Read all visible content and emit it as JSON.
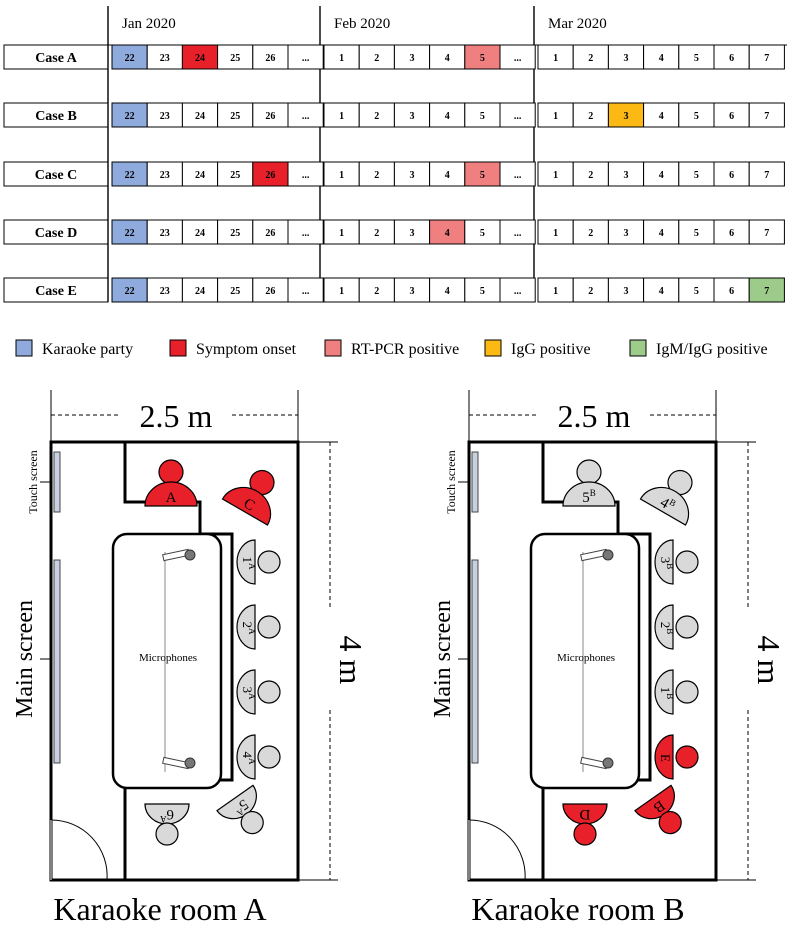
{
  "timeline": {
    "months": [
      {
        "label": "Jan 2020",
        "days": [
          "22",
          "23",
          "24",
          "25",
          "26",
          "..."
        ]
      },
      {
        "label": "Feb 2020",
        "days": [
          "1",
          "2",
          "3",
          "4",
          "5",
          "..."
        ]
      },
      {
        "label": "Mar 2020",
        "days": [
          "1",
          "2",
          "3",
          "4",
          "5",
          "6",
          "7"
        ]
      }
    ],
    "cases": [
      {
        "label": "Case A",
        "marks": [
          {
            "month": 0,
            "day": "22",
            "status": "karaoke"
          },
          {
            "month": 0,
            "day": "24",
            "status": "symptom"
          },
          {
            "month": 1,
            "day": "5",
            "status": "rtpcr"
          }
        ]
      },
      {
        "label": "Case B",
        "marks": [
          {
            "month": 0,
            "day": "22",
            "status": "karaoke"
          },
          {
            "month": 2,
            "day": "3",
            "status": "igg"
          }
        ]
      },
      {
        "label": "Case C",
        "marks": [
          {
            "month": 0,
            "day": "22",
            "status": "karaoke"
          },
          {
            "month": 0,
            "day": "26",
            "status": "symptom"
          },
          {
            "month": 1,
            "day": "5",
            "status": "rtpcr"
          }
        ]
      },
      {
        "label": "Case D",
        "marks": [
          {
            "month": 0,
            "day": "22",
            "status": "karaoke"
          },
          {
            "month": 1,
            "day": "4",
            "status": "rtpcr"
          }
        ]
      },
      {
        "label": "Case E",
        "marks": [
          {
            "month": 0,
            "day": "22",
            "status": "karaoke"
          },
          {
            "month": 2,
            "day": "7",
            "status": "igmigg"
          }
        ]
      }
    ]
  },
  "legend": [
    {
      "key": "karaoke",
      "label": "Karaoke party",
      "color": "#8faadc"
    },
    {
      "key": "symptom",
      "label": "Symptom onset",
      "color": "#e8202a"
    },
    {
      "key": "rtpcr",
      "label": "RT-PCR positive",
      "color": "#f08080"
    },
    {
      "key": "igg",
      "label": "IgG positive",
      "color": "#fcb813"
    },
    {
      "key": "igmigg",
      "label": "IgM/IgG positive",
      "color": "#9dcc8a"
    }
  ],
  "colors": {
    "infected": "#e8202a",
    "seat": "#d9d9d9",
    "screen": "#c8cfe0"
  },
  "rooms": [
    {
      "title": "Karaoke room A",
      "width_label": "2.5 m",
      "height_label": "4 m",
      "touch_screen_label": "Touch screen",
      "main_screen_label": "Main screen",
      "microphones_label": "Microphones",
      "top_seats": [
        {
          "label": "A",
          "infected": true
        },
        {
          "label": "C",
          "infected": true
        }
      ],
      "side_seats": [
        {
          "label": "1",
          "sup": "A",
          "infected": false
        },
        {
          "label": "2",
          "sup": "A",
          "infected": false
        },
        {
          "label": "3",
          "sup": "A",
          "infected": false
        },
        {
          "label": "4",
          "sup": "A",
          "infected": false
        }
      ],
      "bottom_seats": [
        {
          "label": "6",
          "sup": "A",
          "infected": false
        },
        {
          "label": "5",
          "sup": "A",
          "infected": false
        }
      ]
    },
    {
      "title": "Karaoke room B",
      "width_label": "2.5 m",
      "height_label": "4 m",
      "touch_screen_label": "Touch screen",
      "main_screen_label": "Main screen",
      "microphones_label": "Microphones",
      "top_seats": [
        {
          "label": "5",
          "sup": "B",
          "infected": false
        },
        {
          "label": "4",
          "sup": "B",
          "infected": false
        }
      ],
      "side_seats": [
        {
          "label": "3",
          "sup": "B",
          "infected": false
        },
        {
          "label": "2",
          "sup": "B",
          "infected": false
        },
        {
          "label": "1",
          "sup": "B",
          "infected": false
        },
        {
          "label": "E",
          "infected": true
        }
      ],
      "bottom_seats": [
        {
          "label": "D",
          "infected": true
        },
        {
          "label": "B",
          "infected": true
        }
      ]
    }
  ]
}
